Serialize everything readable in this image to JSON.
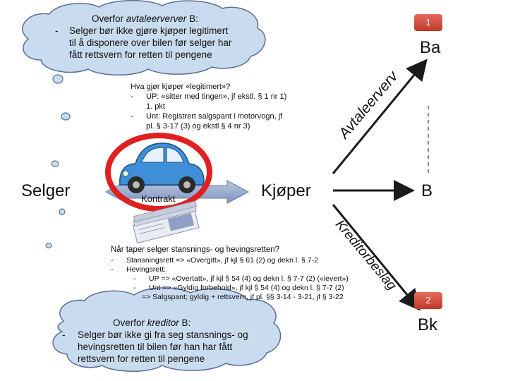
{
  "top_cloud": {
    "heading_prefix": "Overfor ",
    "heading_italic": "avtaleerverver",
    "heading_suffix": " B:",
    "dash": "-",
    "lines": [
      "Selger bør ikke gjøre kjøper legitimert",
      "til å disponere over bilen før selger har",
      "fått rettsvern for retten til pengene"
    ]
  },
  "middle_text": {
    "title": "Hva gjør kjøper «legitimert»?",
    "items": [
      {
        "dash": "-",
        "lines": [
          "UP: «sitter med tingen», jf ekstl. § 1 nr 1)",
          "1. pkt"
        ]
      },
      {
        "dash": "-",
        "lines": [
          "Unt: Registrert salgspant i motorvogn, jf",
          "pl. § 3-17 (3) og ekstl § 4 nr 3)"
        ]
      }
    ]
  },
  "nodes": {
    "selger": "Selger",
    "kjoper": "Kjøper",
    "b": "B",
    "ba": "Ba",
    "bk": "Bk",
    "badge_1": "1",
    "badge_2": "2"
  },
  "arrows": {
    "kontrakt": "Kontrakt",
    "avtaleerverv": "Avtaleerverv",
    "kreditorbeslag": "Kreditorbeslag"
  },
  "bottom_text": {
    "title": "Når taper selger stansnings- og hevingsretten?",
    "lines": [
      {
        "dash": "-",
        "text": "Stansningsrett => «Overgitt», jf kjl § 61 (2) og dekn l. § 7-2"
      },
      {
        "dash": "-",
        "text": "Hevingsrett:"
      },
      {
        "dash": "-",
        "text": "UP => «Overtatt», jf kjl § 54 (4) og dekn l. § 7-7 (2) («levert»)"
      },
      {
        "dash": "-",
        "text": "Unt => «Gyldig forbehold», jf kjl § 54 (4) og dekn l. § 7-7 (2)"
      },
      {
        "dash": "",
        "text": "=> Salgspant; gyldig + rettsvern, jf pl. §§ 3-14 - 3-21, jf § 3-22"
      }
    ]
  },
  "bottom_cloud": {
    "heading_prefix": "Overfor ",
    "heading_italic": "kreditor",
    "heading_suffix": " B:",
    "dash": "-",
    "lines": [
      "Selger bør ikke gi fra seg stansnings- og",
      "hevingsretten til bilen før han har fått",
      "rettsvern for retten til pengene"
    ]
  },
  "colors": {
    "cloud_fill": "#c9dbee",
    "cloud_stroke": "#5a6f93",
    "arrow": "#1a1a1a",
    "red_ring": "#e02020",
    "badge": "#d0493a",
    "kontrakt_arrow": "#8fa3c7",
    "car": "#3f8fd8"
  }
}
